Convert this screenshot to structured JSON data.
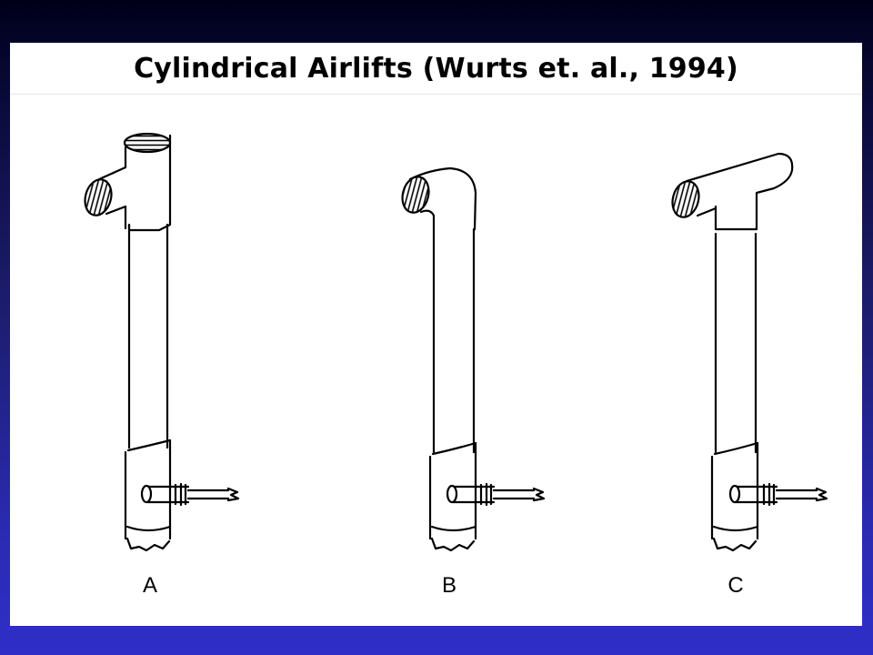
{
  "slide": {
    "title": "Cylindrical Airlifts (Wurts et. al., 1994)"
  },
  "figures": [
    {
      "label": "A",
      "variant": "tee-with-open-top"
    },
    {
      "label": "B",
      "variant": "elbow-bend"
    },
    {
      "label": "C",
      "variant": "tee-with-capped-arm"
    }
  ],
  "colors": {
    "background_top": "#00001a",
    "background_bottom": "#2f2fc8",
    "panel": "#ffffff",
    "ink": "#000000"
  }
}
